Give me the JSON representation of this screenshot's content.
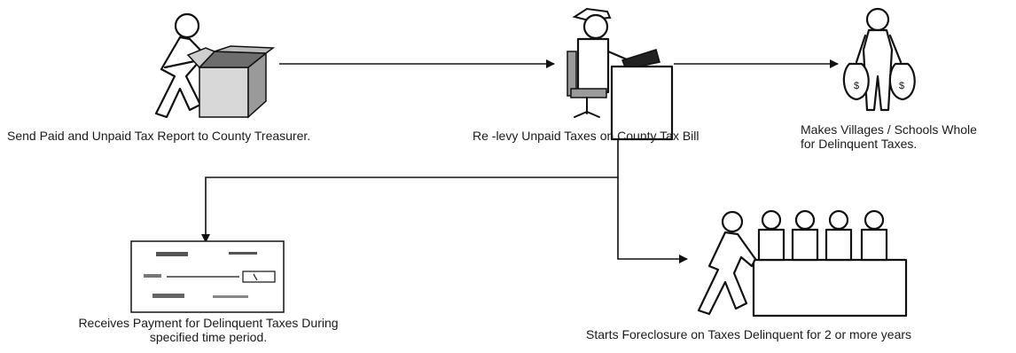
{
  "steps": {
    "send_report": {
      "label": "Send Paid and Unpaid Tax Report to County Treasurer.",
      "icon": "person-packing-box-icon"
    },
    "relevy": {
      "label": "Re -levy Unpaid Taxes on County Tax Bill",
      "icon": "clerk-at-desk-icon"
    },
    "make_whole": {
      "label": "Makes Villages / Schools Whole for Delinquent Taxes.",
      "icon": "person-with-money-bags-icon"
    },
    "receive_payment": {
      "label": "Receives Payment for Delinquent Taxes During specified  time period.",
      "icon": "check-document-icon"
    },
    "foreclosure": {
      "label": "Starts Foreclosure on Taxes Delinquent for 2 or more years",
      "icon": "court-hearing-icon"
    }
  },
  "money_symbol": "$",
  "colors": {
    "line": "#111111",
    "box_fill": "#9a9a9a",
    "box_light": "#cfcfcf",
    "background": "#ffffff"
  }
}
